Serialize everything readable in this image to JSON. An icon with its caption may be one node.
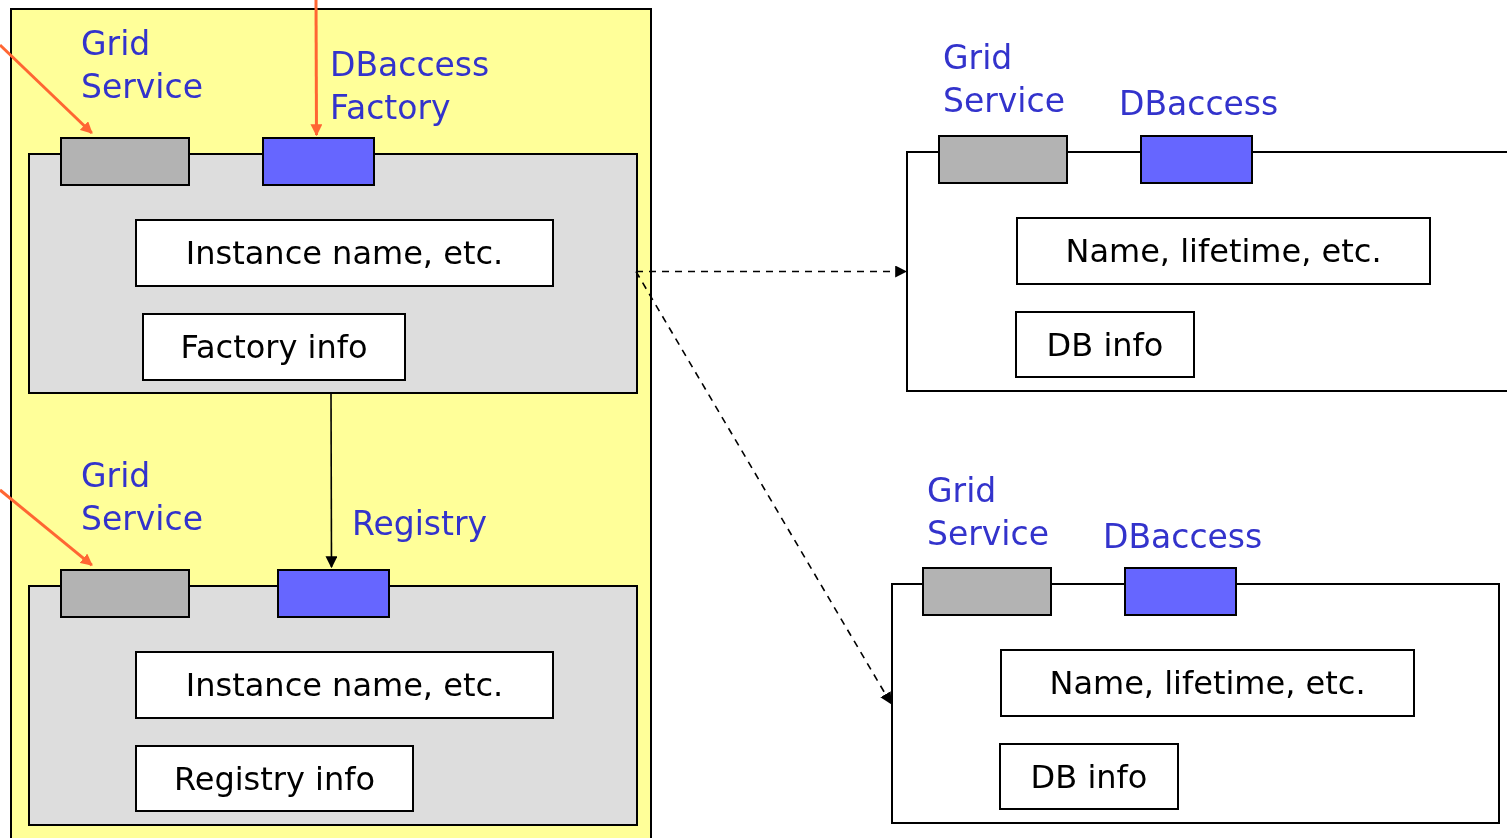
{
  "diagram": {
    "nodes": [
      {
        "text": [],
        "shape": "box"
      },
      {
        "text": [],
        "shape": "box",
        "in": 0
      },
      {
        "text": [
          "Grid Service"
        ],
        "in": 0
      },
      {
        "text": [
          "DBaccess Factory"
        ],
        "in": 0
      },
      {
        "text": [
          "Instance name, etc."
        ],
        "in": 1
      },
      {
        "text": [
          "Factory info"
        ],
        "in": 1
      },
      {
        "text": [],
        "shape": "box",
        "in": 0
      },
      {
        "text": [
          "Grid Service"
        ],
        "in": 0
      },
      {
        "text": [
          "Registry"
        ],
        "in": 0
      },
      {
        "text": [
          "Instance name, etc."
        ],
        "in": 6
      },
      {
        "text": [
          "Registry info"
        ],
        "in": 6
      },
      {
        "text": [],
        "shape": "box"
      },
      {
        "text": [
          "Grid Service"
        ]
      },
      {
        "text": [
          "DBaccess"
        ]
      },
      {
        "text": [
          "Name, lifetime, etc."
        ],
        "in": 11
      },
      {
        "text": [
          "DB info"
        ],
        "in": 11
      },
      {
        "text": [],
        "shape": "box"
      },
      {
        "text": [
          "Grid Service"
        ]
      },
      {
        "text": [
          "DBaccess"
        ]
      },
      {
        "text": [
          "Name, lifetime, etc."
        ],
        "in": 16
      },
      {
        "text": [
          "DB info"
        ],
        "in": 16
      }
    ],
    "edges": [
      {
        "from": null,
        "to": 2,
        "arrow": "to",
        "color": "#ff6633"
      },
      {
        "from": null,
        "to": 3,
        "arrow": "to",
        "color": "#ff6633"
      },
      {
        "from": null,
        "to": 7,
        "arrow": "to",
        "color": "#ff6633"
      },
      {
        "from": 1,
        "to": 8,
        "arrow": "to",
        "color": "#000000"
      },
      {
        "from": 1,
        "to": 11,
        "arrow": "to",
        "style": "dashed",
        "color": "#000000"
      },
      {
        "from": 1,
        "to": 16,
        "arrow": "to",
        "style": "dashed",
        "color": "#000000"
      }
    ]
  }
}
